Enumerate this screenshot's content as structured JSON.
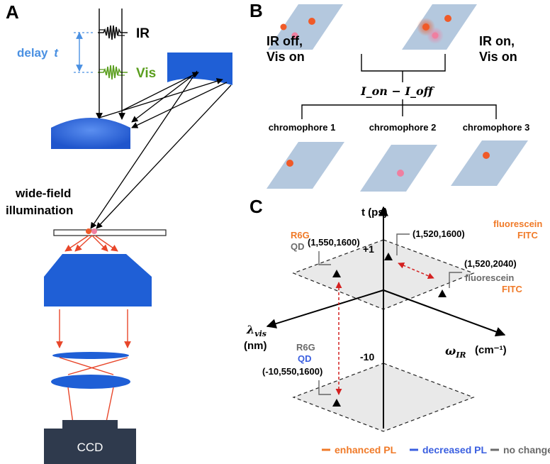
{
  "panels": {
    "a": "A",
    "b": "B",
    "c": "C"
  },
  "panel_a": {
    "ir_label": "IR",
    "vis_label": "Vis",
    "delay_label": "delay",
    "delay_var": "t",
    "illumination_line1": "wide-field",
    "illumination_line2": "illumination",
    "ccd_label": "CCD",
    "colors": {
      "optics_blue": "#1f5fd6",
      "delay_blue": "#4a90e2",
      "vis_green": "#5a9e1e",
      "ray_red": "#e8462a",
      "ccd_dark": "#2f3a4d"
    }
  },
  "panel_b": {
    "left_condition_line1": "IR off,",
    "left_condition_line2": "Vis on",
    "right_condition_line1": "IR on,",
    "right_condition_line2": "Vis on",
    "difference_label": "I_on − I_off",
    "chromophores": [
      "chromophore 1",
      "chromophore 2",
      "chromophore 3"
    ],
    "colors": {
      "diamond": "#b4c8de",
      "dot_orange": "#f05a28",
      "dot_pink": "#ef7fa0"
    }
  },
  "panel_c": {
    "t_axis_label": "t (ps)",
    "lambda_axis_label": "λ",
    "lambda_sub": "vis",
    "lambda_unit": "(nm)",
    "omega_axis_label": "ω",
    "omega_sub": "IR",
    "omega_unit": "(cm⁻¹)",
    "plane_plus": "+1",
    "plane_minus": "-10",
    "points": [
      {
        "coords": "(1,550,1600)",
        "left_label_top": "R6G",
        "left_label_bottom": "QD"
      },
      {
        "coords": "(1,520,1600)"
      },
      {
        "coords": "(1,520,2040)",
        "label_top": "fluorescein",
        "label_bottom": "FITC"
      },
      {
        "coords": "(-10,550,1600)",
        "label_top": "R6G",
        "label_bottom": "QD"
      }
    ],
    "corner_label_top": "fluorescein",
    "corner_label_bottom": "FITC",
    "legend": [
      {
        "label": "enhanced PL",
        "color": "#f07a28"
      },
      {
        "label": "decreased PL",
        "color": "#3a5fe0"
      },
      {
        "label": "no changes",
        "color": "#6b6b6b"
      }
    ]
  }
}
